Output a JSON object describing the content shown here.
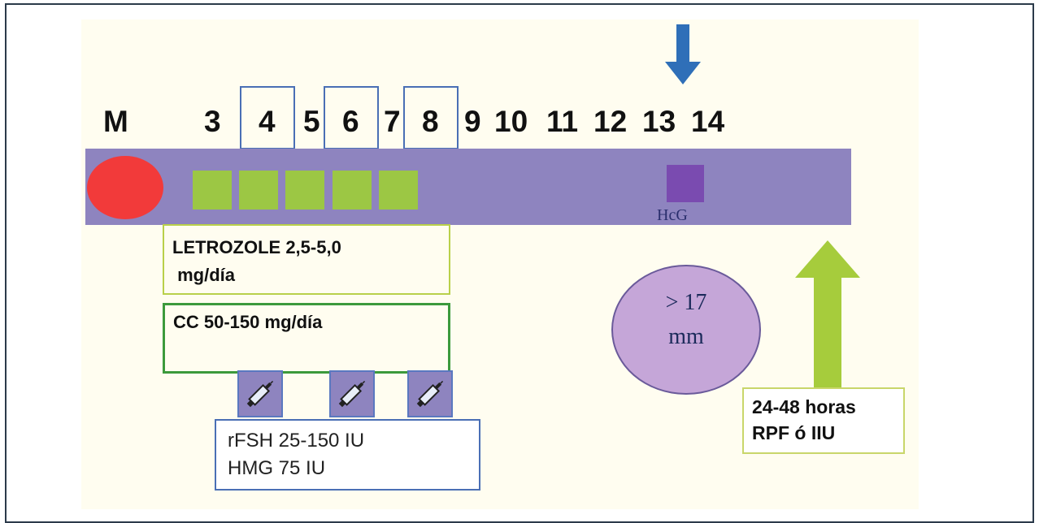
{
  "timeline": {
    "labels": [
      "M",
      "3",
      "4",
      "5",
      "6",
      "7",
      "8",
      "9",
      "10",
      "11",
      "12",
      "13",
      "14"
    ]
  },
  "hcg_label": "HcG",
  "letrozole": {
    "line1": "LETROZOLE 2,5-5,0",
    "line2": " mg/día"
  },
  "cc": {
    "text": "CC 50-150 mg/día"
  },
  "gonadotropins": {
    "line1": "rFSH 25-150 IU",
    "line2": "HMG 75 IU"
  },
  "follicle": {
    "line1": "> 17",
    "line2": "mm"
  },
  "timing": {
    "line1": "24-48 horas",
    "line2": "RPF ó IIU"
  },
  "colors": {
    "bar": "#8e84bf",
    "menses": "#f23a3a",
    "oral_days": "#9cc744",
    "hcg": "#7a4bb0",
    "trigger_arrow": "#2f6fb8",
    "insemination_arrow": "#a6cc3c"
  },
  "icons": {
    "menses": "red-circle",
    "injection": "syringe-icon",
    "trigger": "down-arrow",
    "insemination": "up-arrow"
  }
}
